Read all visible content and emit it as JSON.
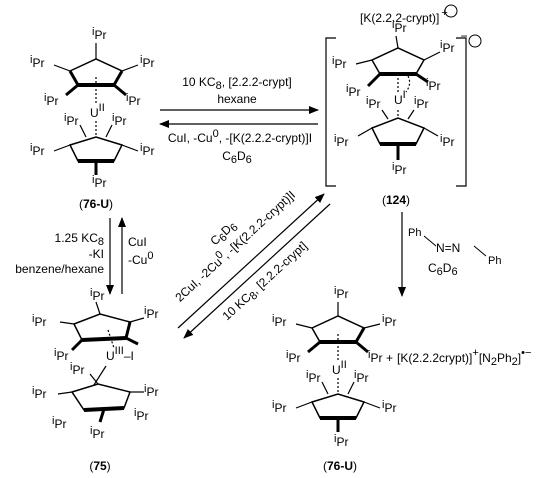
{
  "compounds": {
    "c76_top": {
      "label_bold": "76-U",
      "open": "(",
      "close": ")",
      "metal": "U",
      "ox": "II"
    },
    "c124": {
      "label_bold": "124",
      "open": "(",
      "close": ")",
      "metal": "U",
      "ox": "I",
      "cation": "[K(2.2.2-crypt)]",
      "cation_charge": "+",
      "anion_charge": "−"
    },
    "c75": {
      "label_bold": "75",
      "open": "(",
      "close": ")",
      "metal": "U",
      "ox": "III",
      "ligand": "–I"
    },
    "c76_bottom": {
      "label_bold": "76-U",
      "open": "(",
      "close": ")",
      "metal": "U",
      "ox": "II"
    }
  },
  "substituent": {
    "pre": "i",
    "main": "Pr"
  },
  "reactions": {
    "top_forward_1": "10 KC",
    "top_forward_1_sub": "8",
    "top_forward_1b": ", [2.2.2-crypt]",
    "top_forward_2": "hexane",
    "top_reverse_1a": "CuI, -Cu",
    "top_reverse_1_sup": "0",
    "top_reverse_1b": ", -[K(2.2.2-crypt)]I",
    "top_reverse_2a": "C",
    "top_reverse_2_sub1": "6",
    "top_reverse_2b": "D",
    "top_reverse_2_sub2": "6",
    "left_down_1a": "1.25 KC",
    "left_down_1_sub": "8",
    "left_down_2": "-KI",
    "left_down_3": "benzene/hexane",
    "left_up_1": "CuI",
    "left_up_2a": "-Cu",
    "left_up_2_sup": "0",
    "diag_upper_1a": "C",
    "diag_upper_1_sub1": "6",
    "diag_upper_1b": "D",
    "diag_upper_1_sub2": "6",
    "diag_upper_2a": "2CuI, -2Cu",
    "diag_upper_2_sup": "0",
    "diag_upper_2b": ", -[K(2.2.2-crypt)]I",
    "diag_lower_1a": "10 KC",
    "diag_lower_1_sub": "8",
    "diag_lower_1b": ", [2.2.2-crypt]",
    "right_down_ph1": "Ph",
    "right_down_azo": "N=N",
    "right_down_ph2": "Ph",
    "right_down_solvA": "C",
    "right_down_solv_sub1": "6",
    "right_down_solvB": "D",
    "right_down_solv_sub2": "6"
  },
  "byproduct": {
    "plus": "+",
    "cation": "[K(2.2.2crypt)]",
    "cation_charge": "+",
    "anion_a": "[N",
    "anion_sub1": "2",
    "anion_b": "Ph",
    "anion_sub2": "2",
    "anion_c": "]",
    "anion_charge": "•−"
  }
}
